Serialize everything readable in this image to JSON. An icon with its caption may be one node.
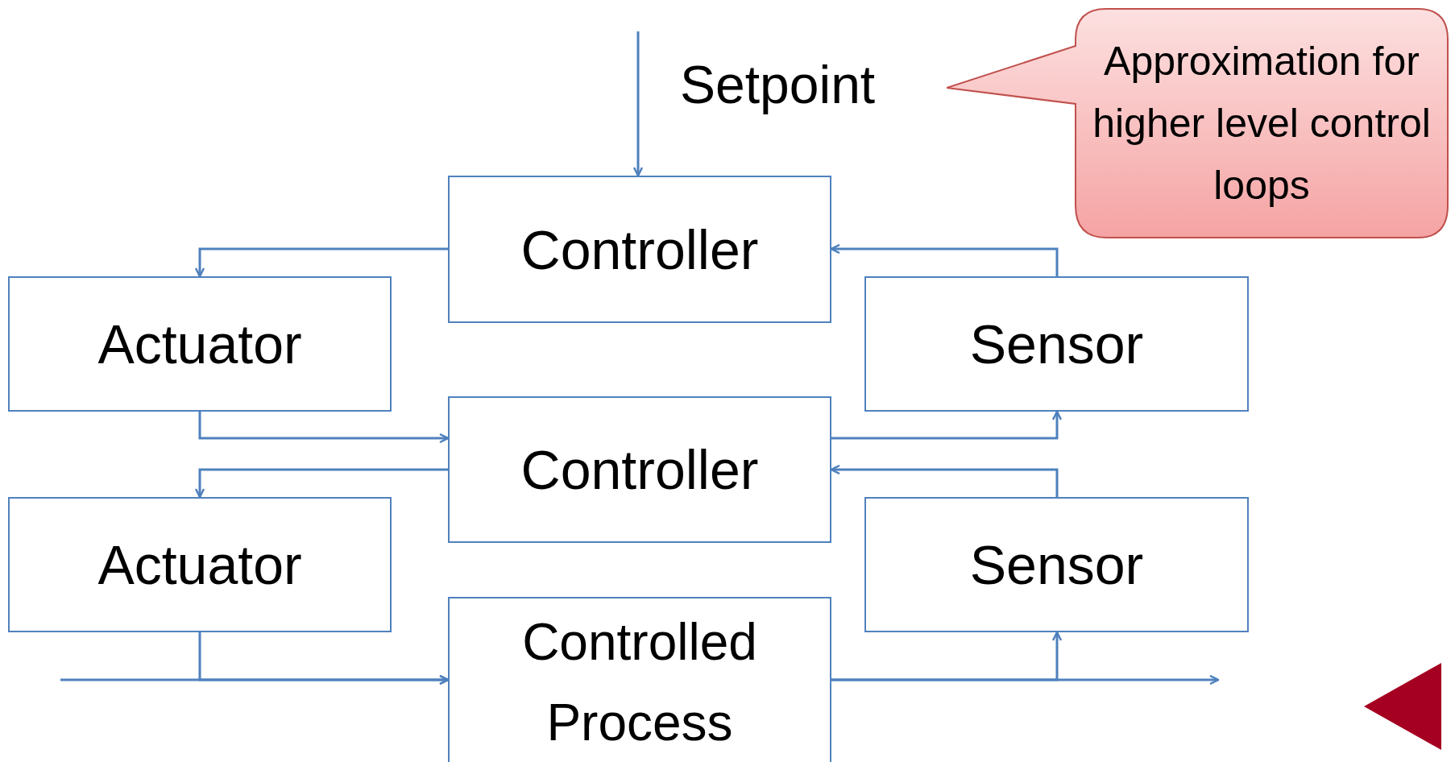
{
  "diagram": {
    "nodes": [
      {
        "text": [
          "Controller"
        ]
      },
      {
        "text": [
          "Actuator"
        ]
      },
      {
        "text": [
          "Sensor"
        ]
      },
      {
        "text": [
          "Controller"
        ]
      },
      {
        "text": [
          "Actuator"
        ]
      },
      {
        "text": [
          "Sensor"
        ]
      },
      {
        "text": [
          "Controlled Process"
        ]
      },
      {
        "text": [
          "Approximation for higher level control loops"
        ]
      }
    ],
    "edges": [
      {
        "from": null,
        "to": 0,
        "arrow": "to",
        "label": "Setpoint"
      },
      {
        "from": 0,
        "to": 1,
        "arrow": "to"
      },
      {
        "from": 2,
        "to": 0,
        "arrow": "to"
      },
      {
        "from": 1,
        "to": 3,
        "arrow": "to"
      },
      {
        "from": 3,
        "to": 2,
        "arrow": "to"
      },
      {
        "from": 3,
        "to": 4,
        "arrow": "to"
      },
      {
        "from": 5,
        "to": 3,
        "arrow": "to"
      },
      {
        "from": 4,
        "to": 6,
        "arrow": "to"
      },
      {
        "from": null,
        "to": 6,
        "arrow": "to"
      },
      {
        "from": 6,
        "to": 5,
        "arrow": "to"
      },
      {
        "from": 6,
        "to": null,
        "arrow": "to"
      }
    ]
  }
}
